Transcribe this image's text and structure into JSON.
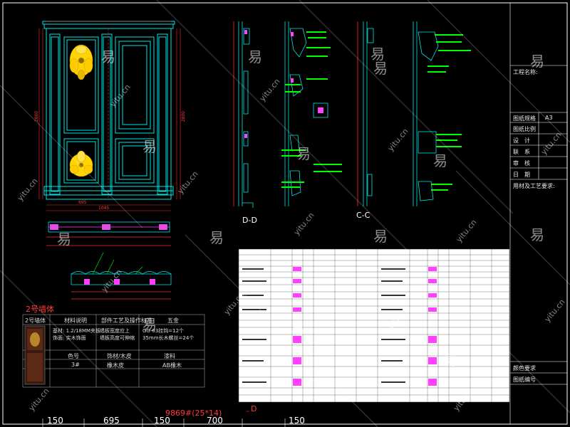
{
  "title_block": {
    "project_name_label": "工程名称:",
    "rows": [
      "图纸规格",
      "图纸比例",
      "设　计",
      "联　系",
      "审　核",
      "日　期"
    ],
    "paper_size": "A3",
    "materials_label": "用材及工艺要求:",
    "color_req_label": "颜色要求",
    "drawing_no_label": "图纸编号"
  },
  "sheet": {
    "wall_title": "2号墙体",
    "section_dd": "D-D",
    "section_cc": "C-C"
  },
  "spec_table": {
    "row1": [
      "2号墙体",
      "材料说明",
      "部件工艺及操作标准",
      "五金"
    ],
    "row2": [
      "基材: 1.2/18MM夹板\n饰面: 实木饰面",
      "墙板宽度应上\n墙板高度可伸缩",
      "GG-03挂钩=12个\n35mm长木螺丝=24个",
      ""
    ],
    "row3": [
      "色号",
      "",
      "",
      "漆料"
    ],
    "row4": [
      "3#",
      "",
      "橡木皮",
      "AB橡木"
    ],
    "row3b": "饰材/木皮"
  },
  "dimensions": {
    "top_total": "9869#(25*14)",
    "top_marker": "D",
    "bottom": [
      "150",
      "695",
      "150",
      "700",
      "150"
    ],
    "elev_widths": [
      "1045",
      "695"
    ],
    "elev_height_left": "2800",
    "elev_height_right": "2800"
  },
  "watermarks": {
    "big": "易",
    "small": "yitu.cn"
  },
  "colors": {
    "background": "#000000",
    "cyan": "#00ffff",
    "green": "#00ff00",
    "yellow": "#ffd400",
    "red": "#ff2a2a",
    "magenta": "#ff40ff",
    "white": "#ffffff"
  }
}
